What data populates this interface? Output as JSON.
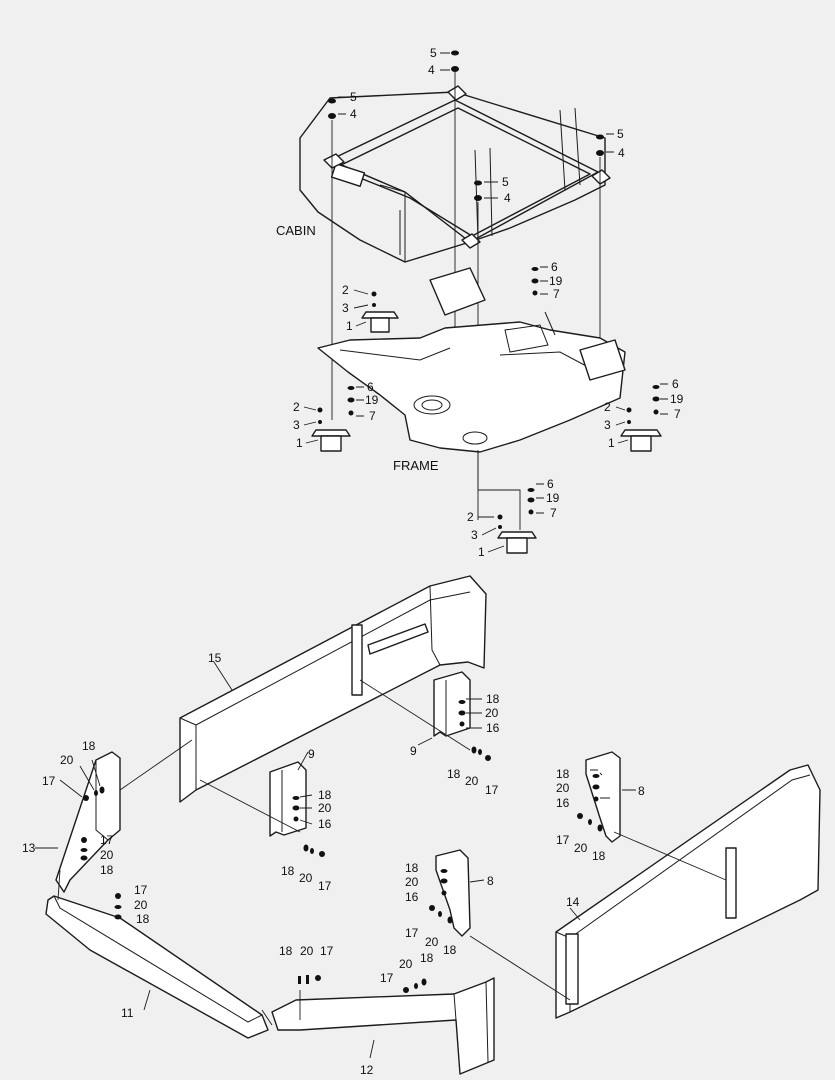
{
  "labels": {
    "cabin": "CABIN",
    "frame": "FRAME"
  },
  "callouts": [
    {
      "id": "c5a",
      "text": "5"
    },
    {
      "id": "c4a",
      "text": "4"
    },
    {
      "id": "c5b",
      "text": "5"
    },
    {
      "id": "c4b",
      "text": "4"
    },
    {
      "id": "c5c",
      "text": "5"
    },
    {
      "id": "c4c",
      "text": "4"
    },
    {
      "id": "c5d",
      "text": "5"
    },
    {
      "id": "c4d",
      "text": "4"
    },
    {
      "id": "c6a",
      "text": "6"
    },
    {
      "id": "c19a",
      "text": "19"
    },
    {
      "id": "c7a",
      "text": "7"
    },
    {
      "id": "c2a",
      "text": "2"
    },
    {
      "id": "c3a",
      "text": "3"
    },
    {
      "id": "c1a",
      "text": "1"
    },
    {
      "id": "c6b",
      "text": "6"
    },
    {
      "id": "c19b",
      "text": "19"
    },
    {
      "id": "c7b",
      "text": "7"
    },
    {
      "id": "c2b",
      "text": "2"
    },
    {
      "id": "c3b",
      "text": "3"
    },
    {
      "id": "c1b",
      "text": "1"
    },
    {
      "id": "c6c",
      "text": "6"
    },
    {
      "id": "c19c",
      "text": "19"
    },
    {
      "id": "c7c",
      "text": "7"
    },
    {
      "id": "c2c",
      "text": "2"
    },
    {
      "id": "c3c",
      "text": "3"
    },
    {
      "id": "c1c",
      "text": "1"
    },
    {
      "id": "c6d",
      "text": "6"
    },
    {
      "id": "c19d",
      "text": "19"
    },
    {
      "id": "c7d",
      "text": "7"
    },
    {
      "id": "c2d",
      "text": "2"
    },
    {
      "id": "c3d",
      "text": "3"
    },
    {
      "id": "c1d",
      "text": "1"
    },
    {
      "id": "c15",
      "text": "15"
    },
    {
      "id": "c18a",
      "text": "18"
    },
    {
      "id": "c20a",
      "text": "20"
    },
    {
      "id": "c16a",
      "text": "16"
    },
    {
      "id": "c9a",
      "text": "9"
    },
    {
      "id": "c18b",
      "text": "18"
    },
    {
      "id": "c20b",
      "text": "20"
    },
    {
      "id": "c17a",
      "text": "17"
    },
    {
      "id": "c9b",
      "text": "9"
    },
    {
      "id": "c18c",
      "text": "18"
    },
    {
      "id": "c20c",
      "text": "20"
    },
    {
      "id": "c16b",
      "text": "16"
    },
    {
      "id": "c18d",
      "text": "18"
    },
    {
      "id": "c20d",
      "text": "20"
    },
    {
      "id": "c17b",
      "text": "17"
    },
    {
      "id": "c18e",
      "text": "18"
    },
    {
      "id": "c20e",
      "text": "20"
    },
    {
      "id": "c17c",
      "text": "17"
    },
    {
      "id": "c13",
      "text": "13"
    },
    {
      "id": "c17d",
      "text": "17"
    },
    {
      "id": "c20f",
      "text": "20"
    },
    {
      "id": "c18f",
      "text": "18"
    },
    {
      "id": "c17e",
      "text": "17"
    },
    {
      "id": "c20g",
      "text": "20"
    },
    {
      "id": "c18g",
      "text": "18"
    },
    {
      "id": "c18h",
      "text": "18"
    },
    {
      "id": "c20h",
      "text": "20"
    },
    {
      "id": "c16c",
      "text": "16"
    },
    {
      "id": "c8a",
      "text": "8"
    },
    {
      "id": "c17f",
      "text": "17"
    },
    {
      "id": "c20i",
      "text": "20"
    },
    {
      "id": "c18i",
      "text": "18"
    },
    {
      "id": "c18j",
      "text": "18"
    },
    {
      "id": "c20j",
      "text": "20"
    },
    {
      "id": "c16d",
      "text": "16"
    },
    {
      "id": "c8b",
      "text": "8"
    },
    {
      "id": "c17g",
      "text": "17"
    },
    {
      "id": "c20k",
      "text": "20"
    },
    {
      "id": "c18k",
      "text": "18"
    },
    {
      "id": "c14",
      "text": "14"
    },
    {
      "id": "c18l",
      "text": "18"
    },
    {
      "id": "c20l",
      "text": "20"
    },
    {
      "id": "c17h",
      "text": "17"
    },
    {
      "id": "c20m",
      "text": "20"
    },
    {
      "id": "c18m",
      "text": "18"
    },
    {
      "id": "c17i",
      "text": "17"
    },
    {
      "id": "c11",
      "text": "11"
    },
    {
      "id": "c12",
      "text": "12"
    }
  ]
}
